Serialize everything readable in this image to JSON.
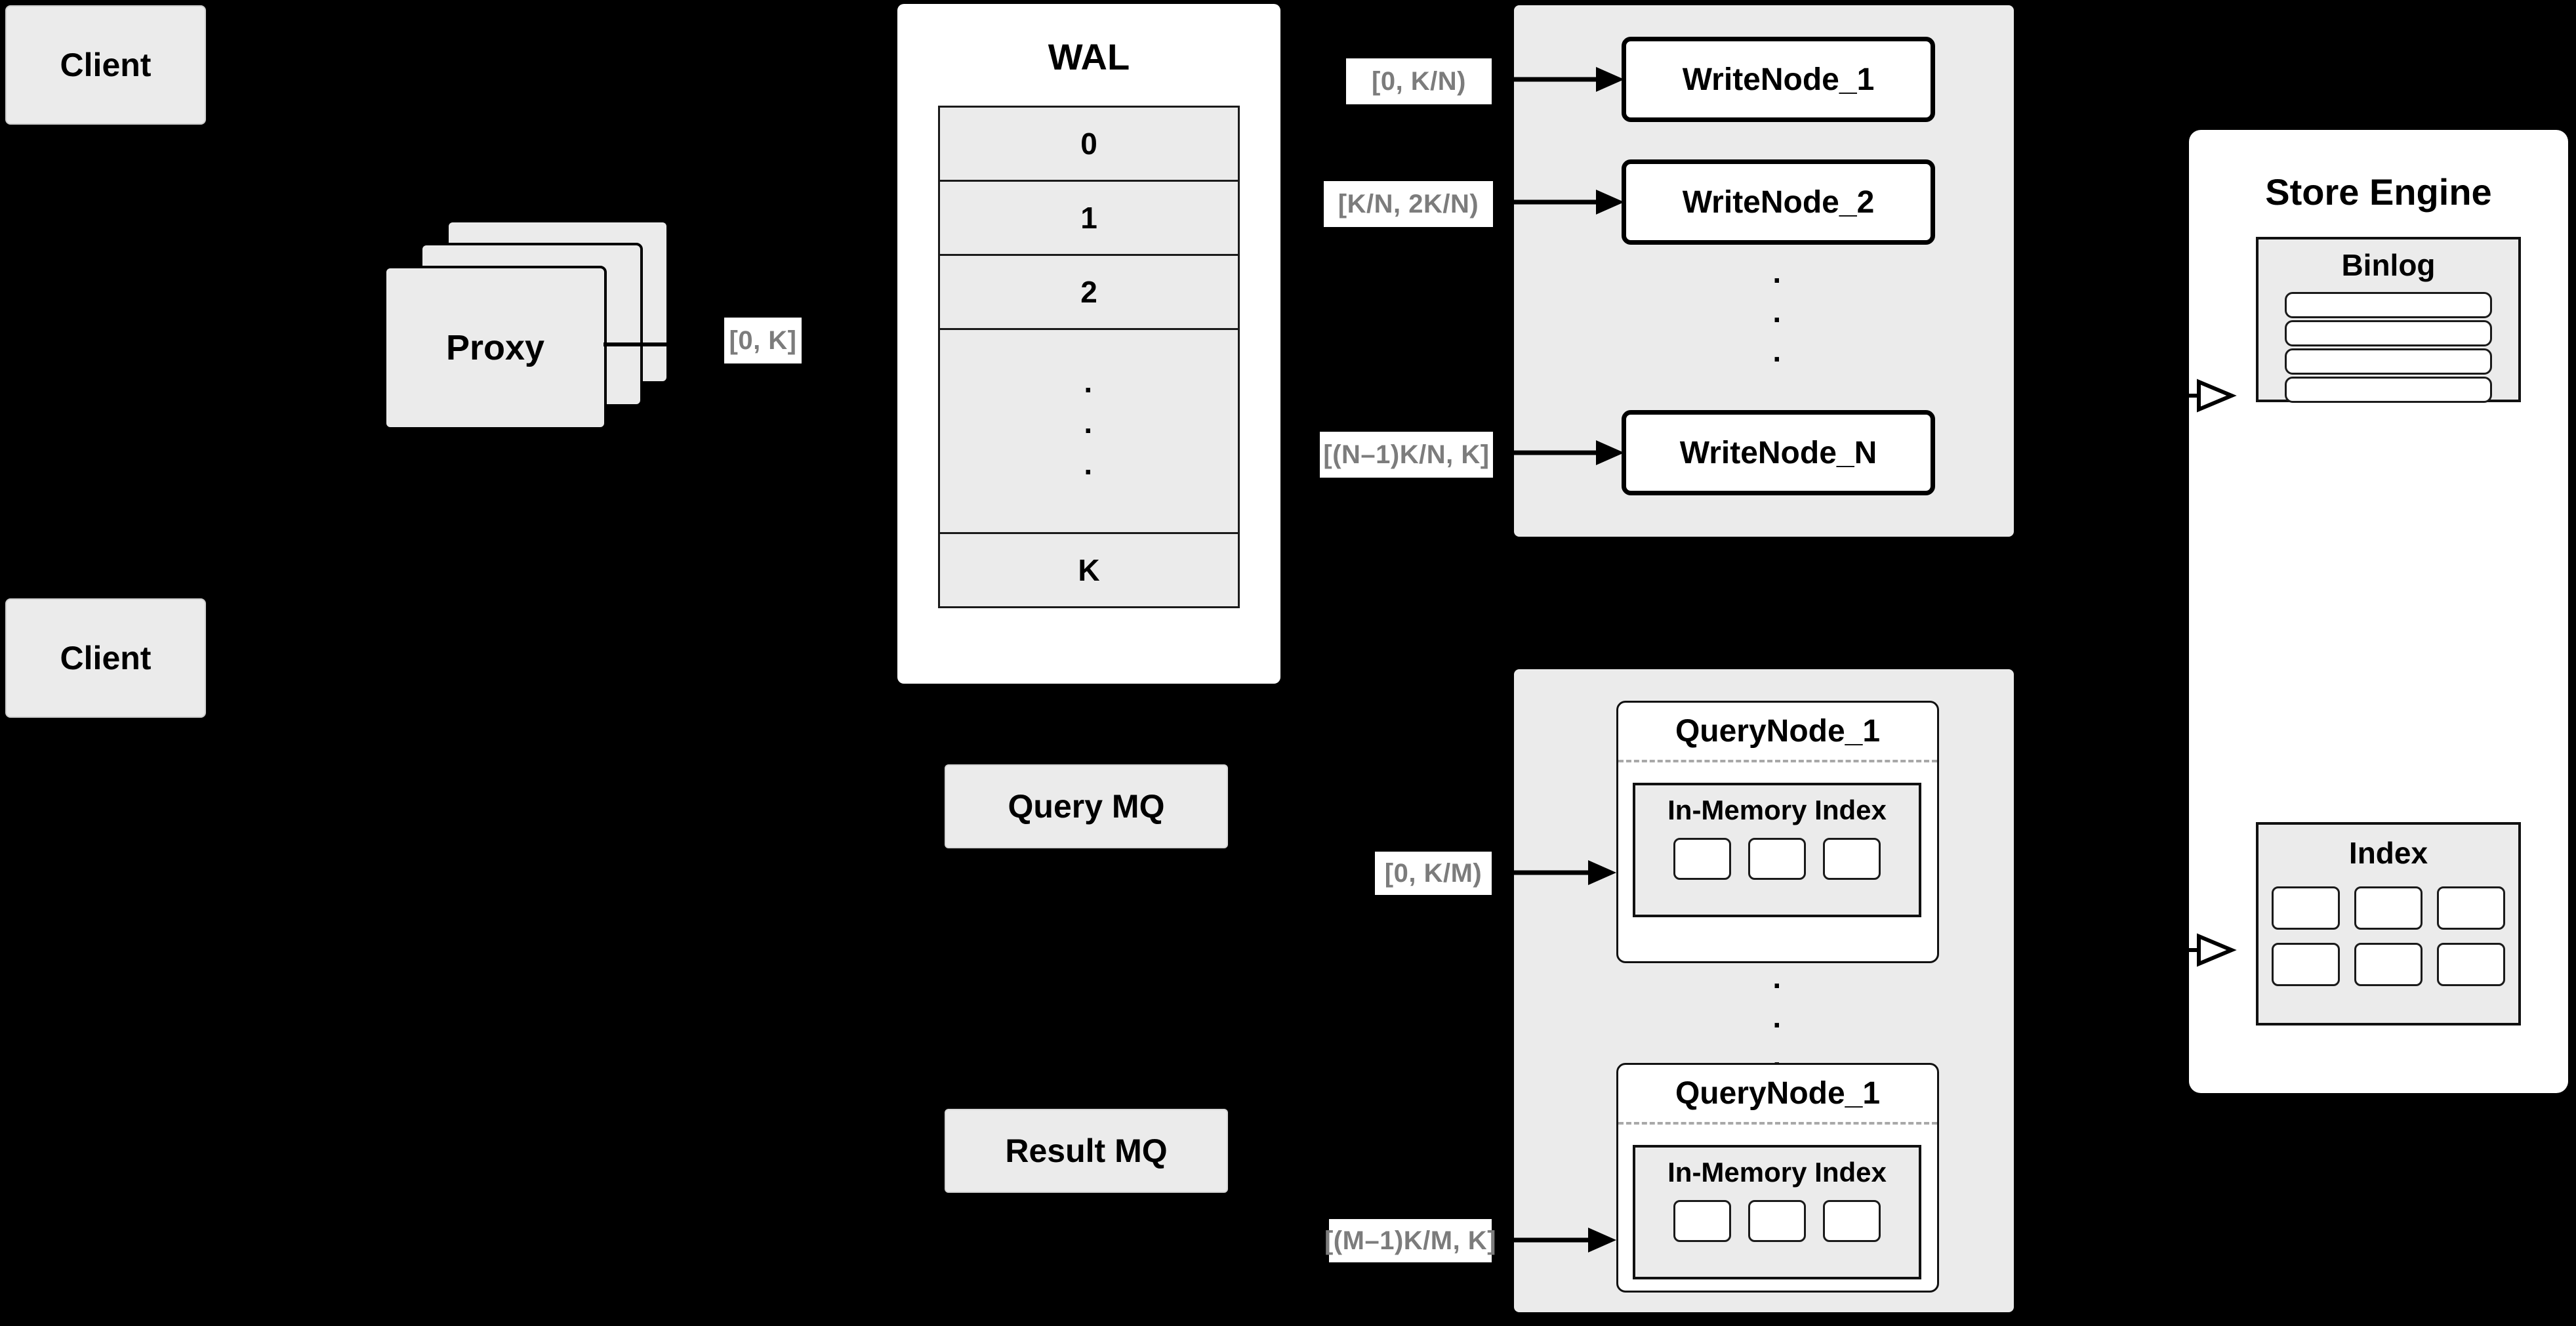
{
  "diagram": {
    "background_color": "#000000",
    "accent_gray": "#ebebeb",
    "label_text_color": "#7c7c7c"
  },
  "clients": [
    {
      "label": "Client"
    },
    {
      "label": "Client"
    }
  ],
  "proxy": {
    "label": "Proxy",
    "stack_count": 3
  },
  "wal": {
    "title": "WAL",
    "rows": [
      "0",
      "1",
      "2",
      "",
      "K"
    ],
    "ellipsis": "·"
  },
  "range_labels": {
    "proxy_to_wal": "[0, K]",
    "write_node_1": "[0,  K/N)",
    "write_node_2": "[K/N, 2K/N)",
    "write_node_n": "[(N–1)K/N,  K]",
    "query_node_1": "[0, K/M)",
    "query_node_m": "[(M–1)K/M, K]"
  },
  "write_cluster": {
    "nodes": [
      {
        "label": "WriteNode_1"
      },
      {
        "label": "WriteNode_2"
      },
      {
        "label": "WriteNode_N"
      }
    ],
    "ellipsis": "·"
  },
  "query_cluster": {
    "nodes": [
      {
        "label": "QueryNode_1",
        "index_title": "In-Memory Index",
        "segment_count": 3
      },
      {
        "label": "QueryNode_1",
        "index_title": "In-Memory Index",
        "segment_count": 3
      }
    ],
    "ellipsis": "·"
  },
  "message_queues": [
    {
      "label": "Query MQ"
    },
    {
      "label": "Result MQ"
    }
  ],
  "store_engine": {
    "title": "Store Engine",
    "binlog": {
      "title": "Binlog",
      "row_count": 4
    },
    "index": {
      "title": "Index",
      "cell_count": 6
    }
  }
}
